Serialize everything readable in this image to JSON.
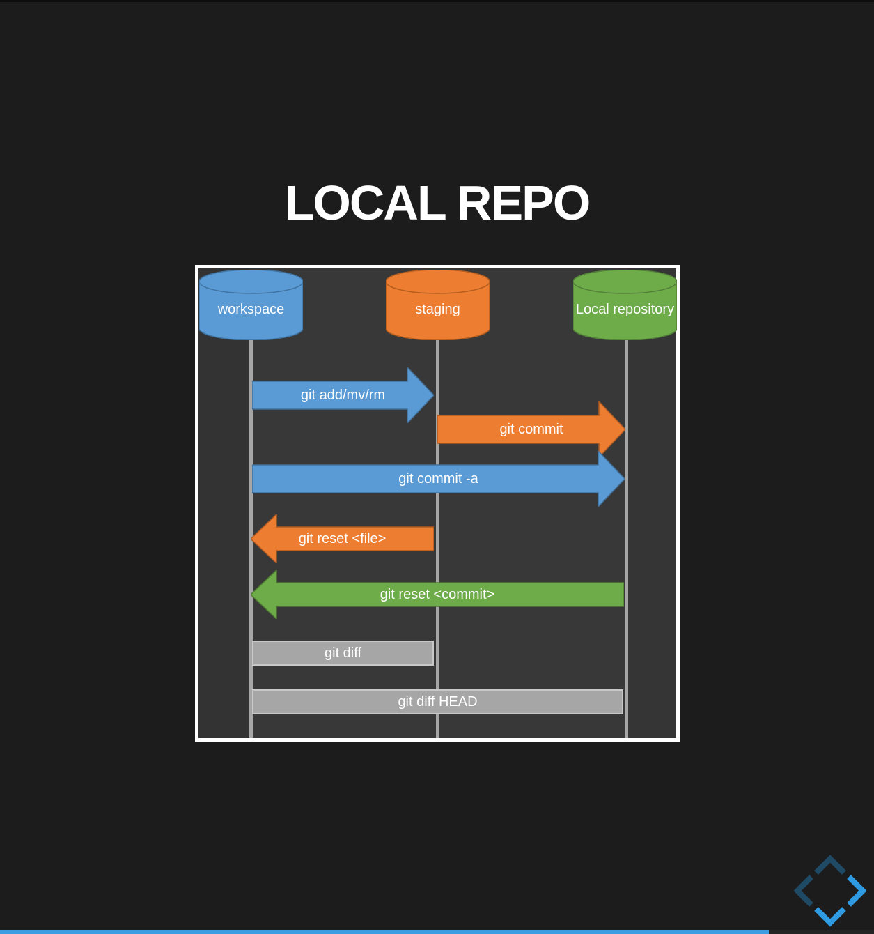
{
  "page": {
    "title": "LOCAL REPO",
    "background_color": "#1c1c1c"
  },
  "diagram": {
    "panel_background": "#383838",
    "panel_border_color": "#FFFFFF",
    "lifeline_color": "#A6A6A6",
    "nodes": [
      {
        "label": "workspace",
        "color": "#5B9BD5",
        "stroke_color": "#3F74A3"
      },
      {
        "label": "staging",
        "color": "#ED7D31",
        "stroke_color": "#B55E1F"
      },
      {
        "label": "Local repository",
        "color": "#6EAC49",
        "stroke_color": "#53813A"
      }
    ],
    "arrows": [
      {
        "label": "git add/mv/rm",
        "from": "workspace",
        "to": "staging",
        "direction": "right",
        "color": "#5B9BD5",
        "stroke_color": "#41719C"
      },
      {
        "label": "git commit",
        "from": "staging",
        "to": "Local repository",
        "direction": "right",
        "color": "#ED7D31",
        "stroke_color": "#AE5A21"
      },
      {
        "label": "git commit -a",
        "from": "workspace",
        "to": "Local repository",
        "direction": "right",
        "color": "#5B9BD5",
        "stroke_color": "#41719C"
      },
      {
        "label": "git reset <file>",
        "from": "staging",
        "to": "workspace",
        "direction": "left",
        "color": "#ED7D31",
        "stroke_color": "#AE5A21"
      },
      {
        "label": "git reset <commit>",
        "from": "Local repository",
        "to": "workspace",
        "direction": "left",
        "color": "#6EAC49",
        "stroke_color": "#507E32"
      }
    ],
    "bars": [
      {
        "label": "git diff",
        "from": "workspace",
        "to": "staging",
        "color": "#A6A6A6"
      },
      {
        "label": "git diff HEAD",
        "from": "workspace",
        "to": "Local repository",
        "color": "#A6A6A6"
      }
    ]
  },
  "nav": {
    "active_color": "#2E9BE2",
    "inactive_color": "#1F4A66",
    "chevrons": [
      {
        "direction": "up",
        "active": false
      },
      {
        "direction": "left",
        "active": false
      },
      {
        "direction": "right",
        "active": true
      },
      {
        "direction": "down",
        "active": true
      }
    ]
  },
  "progress_bar": {
    "percent": 88,
    "color": "#3D9DE3"
  }
}
